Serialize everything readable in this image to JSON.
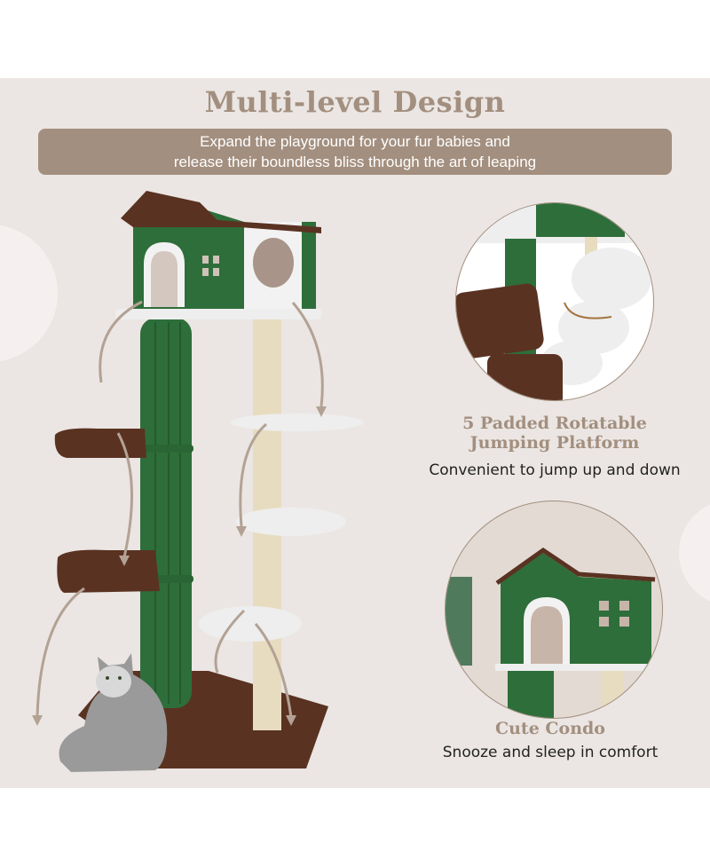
{
  "header": {
    "title": "Multi-level Design",
    "subtitle_line1": "Expand the playground for your fur babies and",
    "subtitle_line2": "release their boundless bliss through the art of leaping"
  },
  "features": [
    {
      "title_line1": "5 Padded Rotatable",
      "title_line2": "Jumping Platform",
      "description": "Convenient to jump up and down",
      "image": "rotating-platforms-closeup"
    },
    {
      "title_line1": "Cute Condo",
      "description": "Snooze and sleep in comfort",
      "image": "condo-house-closeup"
    }
  ],
  "product": {
    "image": "cactus-cat-tree-with-cat",
    "icons": [
      "jump-arrow-icon",
      "rotate-arrow-icon"
    ]
  },
  "colors": {
    "accent": "#a38f7f",
    "background": "#ebe6e3",
    "green": "#2e6e3a",
    "brown": "#5a3222",
    "white_plush": "#eeeeee",
    "sisal": "#e8dcc0"
  }
}
